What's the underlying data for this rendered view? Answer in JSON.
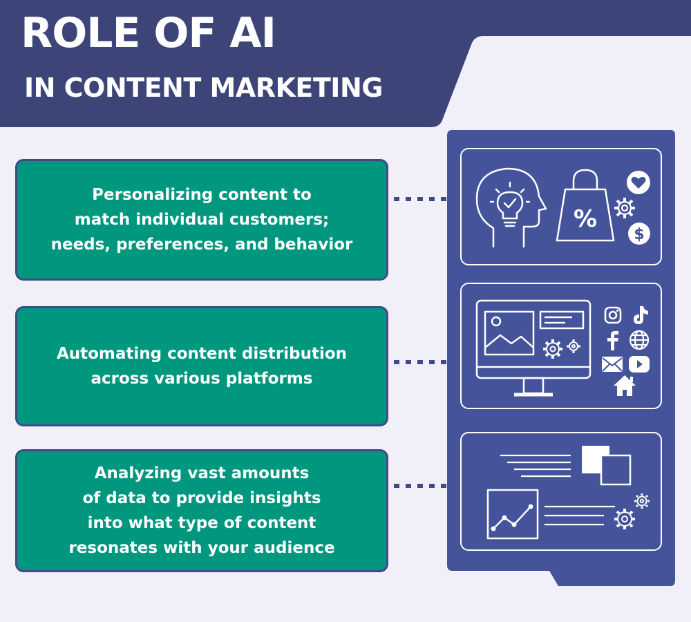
{
  "title": {
    "line1": "ROLE OF AI",
    "line2": "IN CONTENT MARKETING"
  },
  "colors": {
    "navy": "#3d4578",
    "panel": "#44539a",
    "teal": "#00977f",
    "background": "#f1f0f8",
    "text": "#ffffff"
  },
  "items": [
    {
      "text": "Personalizing content to\nmatch individual customers;\nneeds, preferences, and behavior",
      "icons": [
        "head-lightbulb-icon",
        "shopping-bag-percent-icon",
        "heart-icon",
        "gear-icon",
        "dollar-icon"
      ]
    },
    {
      "text": "Automating content distribution\nacross various platforms",
      "icons": [
        "monitor-icon",
        "instagram-icon",
        "tiktok-icon",
        "facebook-icon",
        "globe-icon",
        "mail-icon",
        "youtube-icon",
        "home-icon"
      ]
    },
    {
      "text": "Analyzing vast amounts\nof data to provide insights\ninto what type of content\nresonates with your audience",
      "icons": [
        "stacked-squares-icon",
        "line-chart-icon",
        "gears-icon"
      ]
    }
  ]
}
